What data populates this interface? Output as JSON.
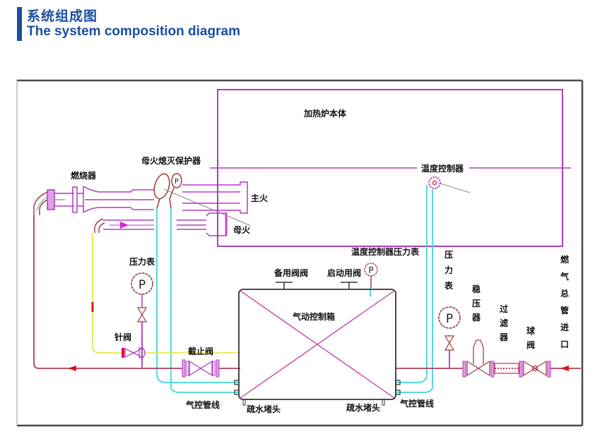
{
  "header": {
    "title_cn": "系统组成图",
    "title_en": "The system composition diagram",
    "accent_color": "#1a4fa0"
  },
  "diagram": {
    "colors": {
      "frame": "#4a4a4a",
      "furnace": "#b03cc0",
      "gas_pipe": "#b0405a",
      "pilot_pipe": "#e8e84a",
      "air_control_line": "#40d8d8",
      "flow_arrow": "#e01020",
      "box_cross": "#c03ca0",
      "gauge": "#a03838"
    },
    "labels": {
      "furnace_body": "加热炉本体",
      "temperature_controller": "温度控制器",
      "burner": "燃烧器",
      "flameout_protector": "母火熄灭保护器",
      "main_fire": "主火",
      "pilot_fire": "母火",
      "pressure_gauge_left": "压力表",
      "needle_valve": "针阀",
      "stop_valve": "截止阀",
      "air_control_line_left": "气控管线",
      "air_control_line_right": "气控管线",
      "drain_plug_left": "疏水堵头",
      "drain_plug_right": "疏水堵头",
      "pneumatic_control_box": "气动控制箱",
      "backup_valve": "备用阀阀",
      "start_valve": "启动用阀",
      "controller_pressure_gauge": "温度控制器压力表",
      "pressure_gauge_right": "压力表",
      "pressure_regulator": "稳压器",
      "filter": "过滤器",
      "ball_valve": "球阀",
      "gas_main_inlet": "燃气总管进口",
      "gauge_symbol": "P"
    }
  }
}
